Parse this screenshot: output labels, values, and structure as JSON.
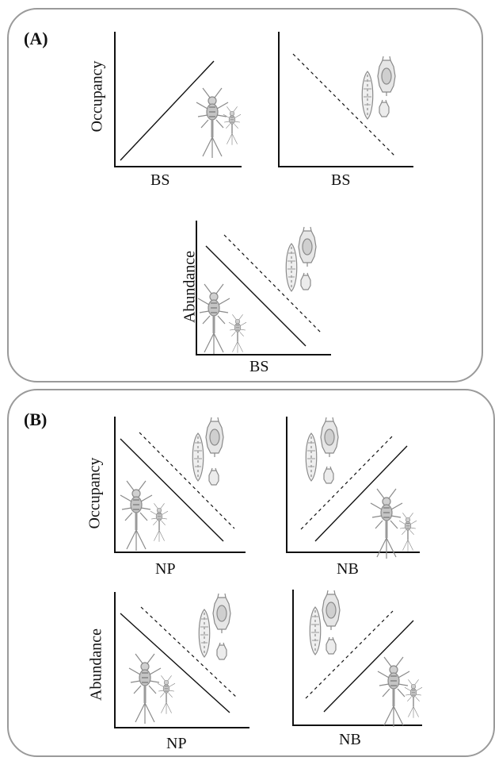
{
  "panels": [
    {
      "label": "(A)",
      "plots": [
        {
          "xlabel": "BS",
          "ylabel": "Occupancy",
          "lines": [
            "solid"
          ]
        },
        {
          "xlabel": "BS",
          "ylabel": "",
          "lines": [
            "dashed"
          ]
        },
        {
          "xlabel": "BS",
          "ylabel": "Abundance",
          "lines": [
            "solid",
            "dashed"
          ]
        }
      ]
    },
    {
      "label": "(B)",
      "plots": [
        {
          "xlabel": "NP",
          "ylabel": "Occupancy",
          "lines": [
            "solid",
            "dashed"
          ]
        },
        {
          "xlabel": "NB",
          "ylabel": "",
          "lines": [
            "solid",
            "dashed"
          ]
        },
        {
          "xlabel": "NP",
          "ylabel": "Abundance",
          "lines": [
            "solid",
            "dashed"
          ]
        },
        {
          "xlabel": "NB",
          "ylabel": "",
          "lines": [
            "solid",
            "dashed"
          ]
        }
      ]
    }
  ],
  "organism_icons": [
    "mayfly-icon",
    "rotifer-icon"
  ],
  "colors": {
    "panel_border": "#9a9a9a",
    "axis": "#111111",
    "icon": "#8a8a8a"
  }
}
